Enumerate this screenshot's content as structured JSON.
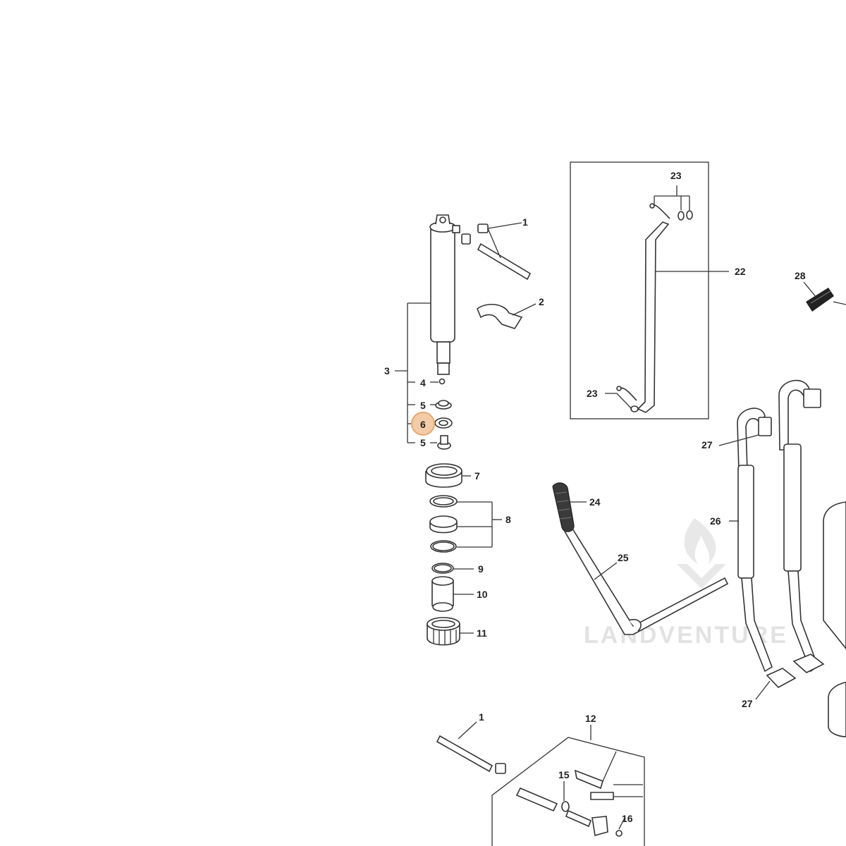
{
  "diagram": {
    "highlight_color": "#e7a771",
    "highlight_fill": "#f3cba7",
    "watermark": "LANDVENTURE",
    "labels": {
      "p1_top": "1",
      "p2": "2",
      "p3": "3",
      "p4": "4",
      "p5_top": "5",
      "p6": "6",
      "p5_bottom": "5",
      "p7": "7",
      "p8": "8",
      "p9": "9",
      "p10": "10",
      "p11": "11",
      "p1_bottom": "1",
      "p12": "12",
      "p15": "15",
      "p16": "16",
      "p22": "22",
      "p23_top": "23",
      "p23_bottom": "23",
      "p24": "24",
      "p25": "25",
      "p26": "26",
      "p27_top": "27",
      "p27_bottom": "27",
      "p28": "28"
    }
  }
}
